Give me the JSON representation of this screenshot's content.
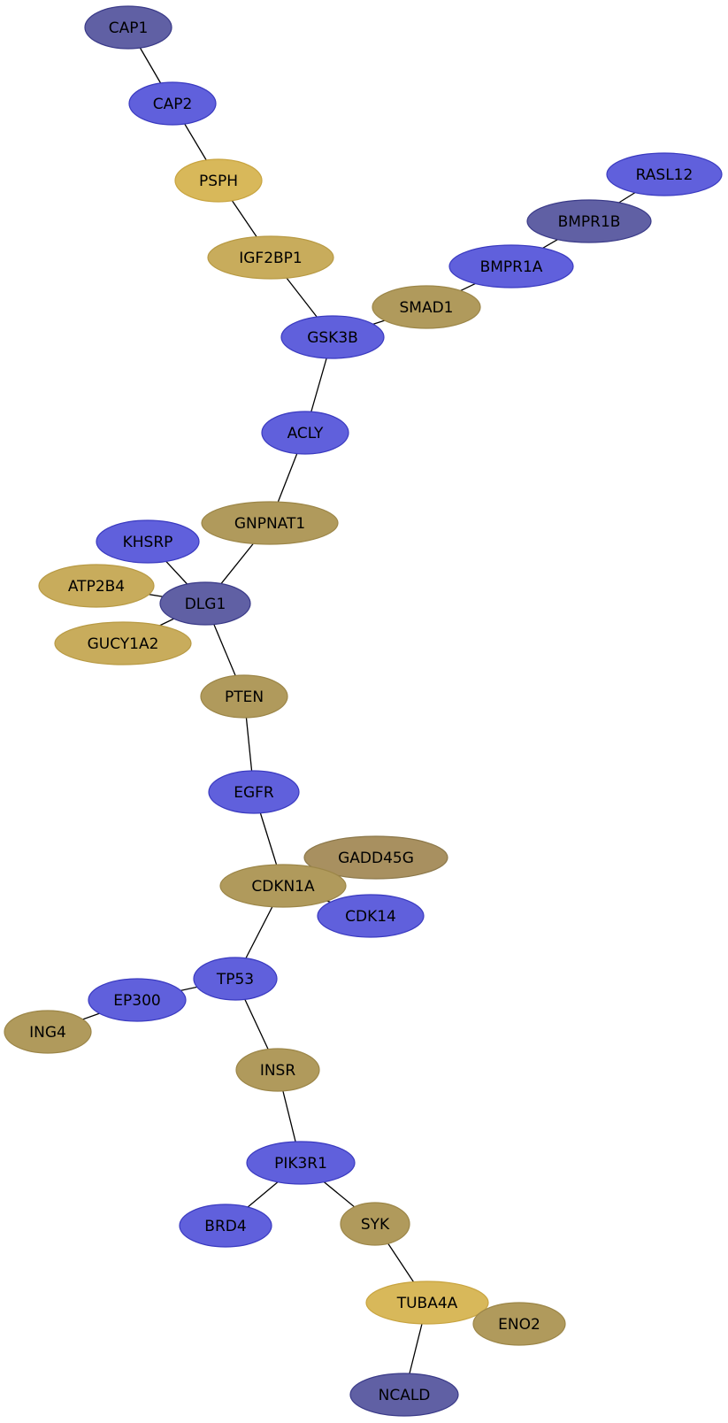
{
  "colors": {
    "blue": "#6060dc",
    "slate": "#6060a4",
    "gold": "#d8b85a",
    "tan": "#c8ac5c",
    "olive": "#b09a5c",
    "khaki": "#a89060"
  },
  "nodes": [
    {
      "id": "CAP1",
      "label": "CAP1",
      "color": "slate"
    },
    {
      "id": "CAP2",
      "label": "CAP2",
      "color": "blue"
    },
    {
      "id": "PSPH",
      "label": "PSPH",
      "color": "gold"
    },
    {
      "id": "IGF2BP1",
      "label": "IGF2BP1",
      "color": "tan"
    },
    {
      "id": "RASL12",
      "label": "RASL12",
      "color": "blue"
    },
    {
      "id": "BMPR1B",
      "label": "BMPR1B",
      "color": "slate"
    },
    {
      "id": "BMPR1A",
      "label": "BMPR1A",
      "color": "blue"
    },
    {
      "id": "SMAD1",
      "label": "SMAD1",
      "color": "olive"
    },
    {
      "id": "GSK3B",
      "label": "GSK3B",
      "color": "blue"
    },
    {
      "id": "ACLY",
      "label": "ACLY",
      "color": "blue"
    },
    {
      "id": "GNPNAT1",
      "label": "GNPNAT1",
      "color": "olive"
    },
    {
      "id": "KHSRP",
      "label": "KHSRP",
      "color": "blue"
    },
    {
      "id": "ATP2B4",
      "label": "ATP2B4",
      "color": "tan"
    },
    {
      "id": "DLG1",
      "label": "DLG1",
      "color": "slate"
    },
    {
      "id": "GUCY1A2",
      "label": "GUCY1A2",
      "color": "tan"
    },
    {
      "id": "PTEN",
      "label": "PTEN",
      "color": "olive"
    },
    {
      "id": "EGFR",
      "label": "EGFR",
      "color": "blue"
    },
    {
      "id": "GADD45G",
      "label": "GADD45G",
      "color": "khaki"
    },
    {
      "id": "CDKN1A",
      "label": "CDKN1A",
      "color": "olive"
    },
    {
      "id": "CDK14",
      "label": "CDK14",
      "color": "blue"
    },
    {
      "id": "TP53",
      "label": "TP53",
      "color": "blue"
    },
    {
      "id": "EP300",
      "label": "EP300",
      "color": "blue"
    },
    {
      "id": "ING4",
      "label": "ING4",
      "color": "olive"
    },
    {
      "id": "INSR",
      "label": "INSR",
      "color": "olive"
    },
    {
      "id": "PIK3R1",
      "label": "PIK3R1",
      "color": "blue"
    },
    {
      "id": "BRD4",
      "label": "BRD4",
      "color": "blue"
    },
    {
      "id": "SYK",
      "label": "SYK",
      "color": "olive"
    },
    {
      "id": "TUBA4A",
      "label": "TUBA4A",
      "color": "gold"
    },
    {
      "id": "ENO2",
      "label": "ENO2",
      "color": "olive"
    },
    {
      "id": "NCALD",
      "label": "NCALD",
      "color": "slate"
    }
  ],
  "edges": [
    [
      "CAP1",
      "CAP2"
    ],
    [
      "CAP2",
      "PSPH"
    ],
    [
      "PSPH",
      "IGF2BP1"
    ],
    [
      "IGF2BP1",
      "GSK3B"
    ],
    [
      "RASL12",
      "BMPR1B"
    ],
    [
      "BMPR1B",
      "BMPR1A"
    ],
    [
      "BMPR1A",
      "SMAD1"
    ],
    [
      "SMAD1",
      "GSK3B"
    ],
    [
      "GSK3B",
      "ACLY"
    ],
    [
      "ACLY",
      "GNPNAT1"
    ],
    [
      "GNPNAT1",
      "DLG1"
    ],
    [
      "KHSRP",
      "DLG1"
    ],
    [
      "ATP2B4",
      "DLG1"
    ],
    [
      "GUCY1A2",
      "DLG1"
    ],
    [
      "DLG1",
      "PTEN"
    ],
    [
      "PTEN",
      "EGFR"
    ],
    [
      "EGFR",
      "CDKN1A"
    ],
    [
      "GADD45G",
      "CDKN1A"
    ],
    [
      "CDKN1A",
      "CDK14"
    ],
    [
      "CDKN1A",
      "TP53"
    ],
    [
      "TP53",
      "EP300"
    ],
    [
      "EP300",
      "ING4"
    ],
    [
      "TP53",
      "INSR"
    ],
    [
      "INSR",
      "PIK3R1"
    ],
    [
      "PIK3R1",
      "BRD4"
    ],
    [
      "PIK3R1",
      "SYK"
    ],
    [
      "SYK",
      "TUBA4A"
    ],
    [
      "TUBA4A",
      "ENO2"
    ],
    [
      "TUBA4A",
      "NCALD"
    ]
  ]
}
